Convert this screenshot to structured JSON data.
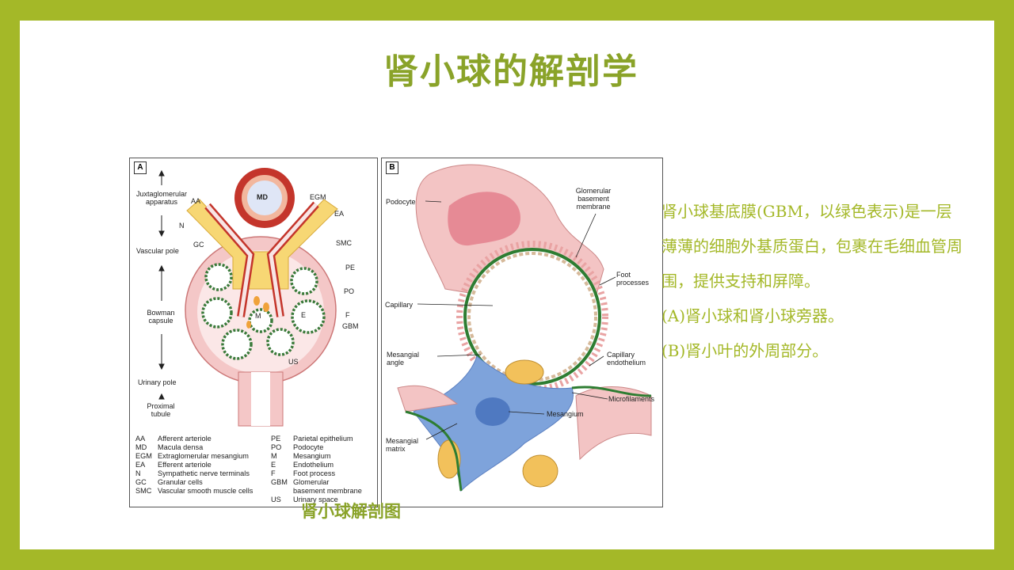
{
  "title": "肾小球的解剖学",
  "caption": "肾小球解剖图",
  "description": [
    "肾小球基底膜(GBM，以绿色表示)是一层薄薄的细胞外基质蛋白，包裹在毛细血管周围，提供支持和屏障。",
    "(A)肾小球和肾小球旁器。",
    "(B)肾小叶的外周部分。"
  ],
  "panel_a": {
    "tag": "A",
    "labels": {
      "juxta": "Juxtaglomerular apparatus",
      "vascular_pole": "Vascular pole",
      "bowman": "Bowman capsule",
      "urinary_pole": "Urinary pole",
      "proximal": "Proximal tubule",
      "aa": "AA",
      "md": "MD",
      "egm": "EGM",
      "ea": "EA",
      "n": "N",
      "gc": "GC",
      "smc": "SMC",
      "pe": "PE",
      "po": "PO",
      "m": "M",
      "e": "E",
      "f": "F",
      "gbm": "GBM",
      "us": "US"
    },
    "legend_left": [
      {
        "abbr": "AA",
        "text": "Afferent arteriole"
      },
      {
        "abbr": "MD",
        "text": "Macula densa"
      },
      {
        "abbr": "EGM",
        "text": "Extraglomerular mesangium"
      },
      {
        "abbr": "EA",
        "text": "Efferent arteriole"
      },
      {
        "abbr": "N",
        "text": "Sympathetic nerve terminals"
      },
      {
        "abbr": "GC",
        "text": "Granular cells"
      },
      {
        "abbr": "SMC",
        "text": "Vascular smooth muscle cells"
      }
    ],
    "legend_right": [
      {
        "abbr": "PE",
        "text": "Parietal epithelium"
      },
      {
        "abbr": "PO",
        "text": "Podocyte"
      },
      {
        "abbr": "M",
        "text": "Mesangium"
      },
      {
        "abbr": "E",
        "text": "Endothelium"
      },
      {
        "abbr": "F",
        "text": "Foot process"
      },
      {
        "abbr": "GBM",
        "text": "Glomerular"
      },
      {
        "abbr": "",
        "text": "basement membrane"
      },
      {
        "abbr": "US",
        "text": "Urinary space"
      }
    ]
  },
  "panel_b": {
    "tag": "B",
    "labels": {
      "podocyte": "Podocyte",
      "gbm": "Glomerular basement membrane",
      "foot": "Foot processes",
      "capillary": "Capillary",
      "mes_angle": "Mesangial angle",
      "cap_endo": "Capillary endothelium",
      "microfil": "Microfilaments",
      "mesangium": "Mesangium",
      "mes_matrix": "Mesangial matrix"
    }
  }
}
